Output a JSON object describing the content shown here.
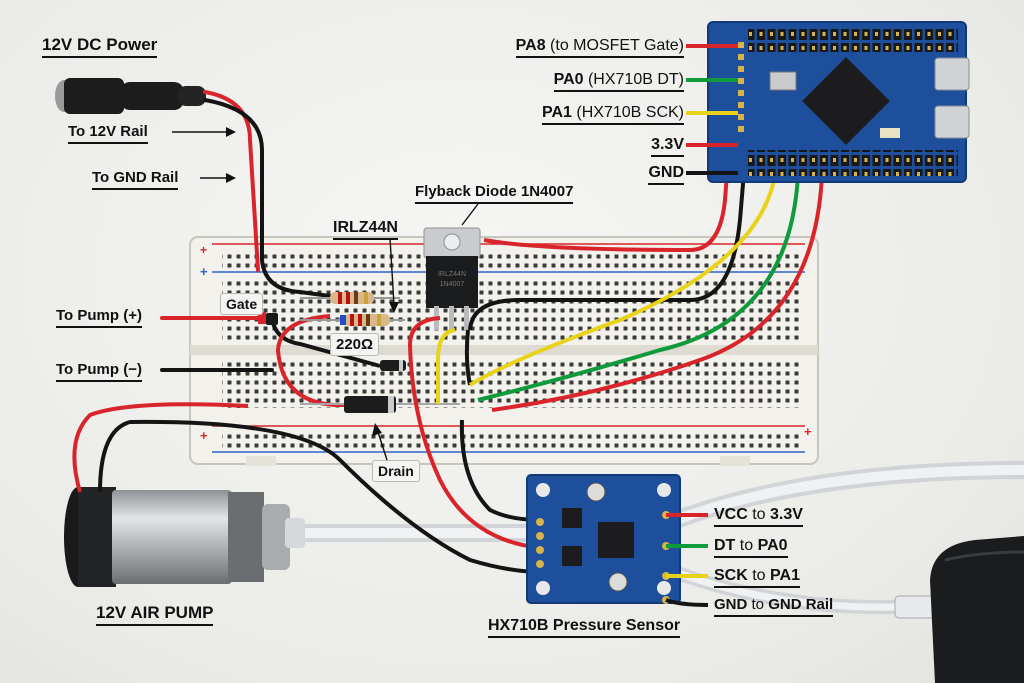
{
  "labels": {
    "power": "12V DC Power",
    "to_12v_rail": "To 12V Rail",
    "to_gnd_rail": "To GND Rail",
    "to_pump_pos": "To Pump (+)",
    "to_pump_neg": "To Pump (−)",
    "gate": "Gate",
    "irlz": "IRLZ44N",
    "flyback": "Flyback Diode 1N4007",
    "resistor": "220Ω",
    "drain": "Drain",
    "pump": "12V AIR PUMP",
    "sensor": "HX710B Pressure Sensor",
    "mosfet_marking_1": "IRLZ44N",
    "mosfet_marking_2": "1N4007"
  },
  "mcu_pins": [
    {
      "pin": "PA8",
      "desc": "(to MOSFET Gate)",
      "color": "#d8242a"
    },
    {
      "pin": "PA0",
      "desc": "(HX710B DT)",
      "color": "#0f9a3c"
    },
    {
      "pin": "PA1",
      "desc": "(HX710B SCK)",
      "color": "#e8d21a"
    },
    {
      "pin": "3.3V",
      "desc": "",
      "color": "#d8242a"
    },
    {
      "pin": "GND",
      "desc": "",
      "color": "#111111"
    }
  ],
  "sensor_pins": [
    {
      "name": "VCC",
      "mid": "to",
      "target": "3.3V",
      "color": "#d8242a"
    },
    {
      "name": "DT",
      "mid": "to",
      "target": "PA0",
      "color": "#0f9a3c"
    },
    {
      "name": "SCK",
      "mid": "to",
      "target": "PA1",
      "color": "#e8d21a"
    },
    {
      "name": "GND",
      "mid": "to",
      "target": "GND Rail",
      "color": "#111111"
    }
  ],
  "colors": {
    "red": "#d8242a",
    "black": "#141414",
    "green": "#0f9a3c",
    "yellow": "#e8d21a",
    "pcb": "#1d4f9c",
    "breadboard": "#f2f0ea"
  }
}
